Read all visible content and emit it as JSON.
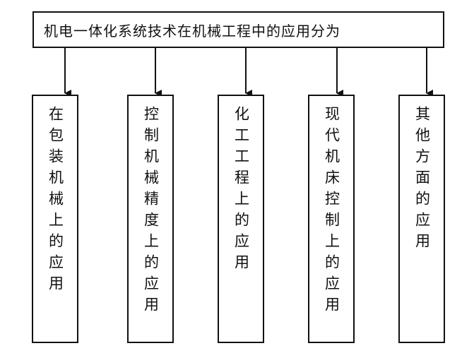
{
  "diagram": {
    "root": {
      "label": "机电一体化系统技术在机械工程中的应用分为"
    },
    "children": [
      {
        "label": "在包装机械上的应用"
      },
      {
        "label": "控制机械精度上的应用"
      },
      {
        "label": "化工工程上的应用"
      },
      {
        "label": "现代机床控制上的应用"
      },
      {
        "label": "其他方面的应用"
      }
    ]
  },
  "colors": {
    "stroke": "#111111",
    "background": "#ffffff"
  }
}
